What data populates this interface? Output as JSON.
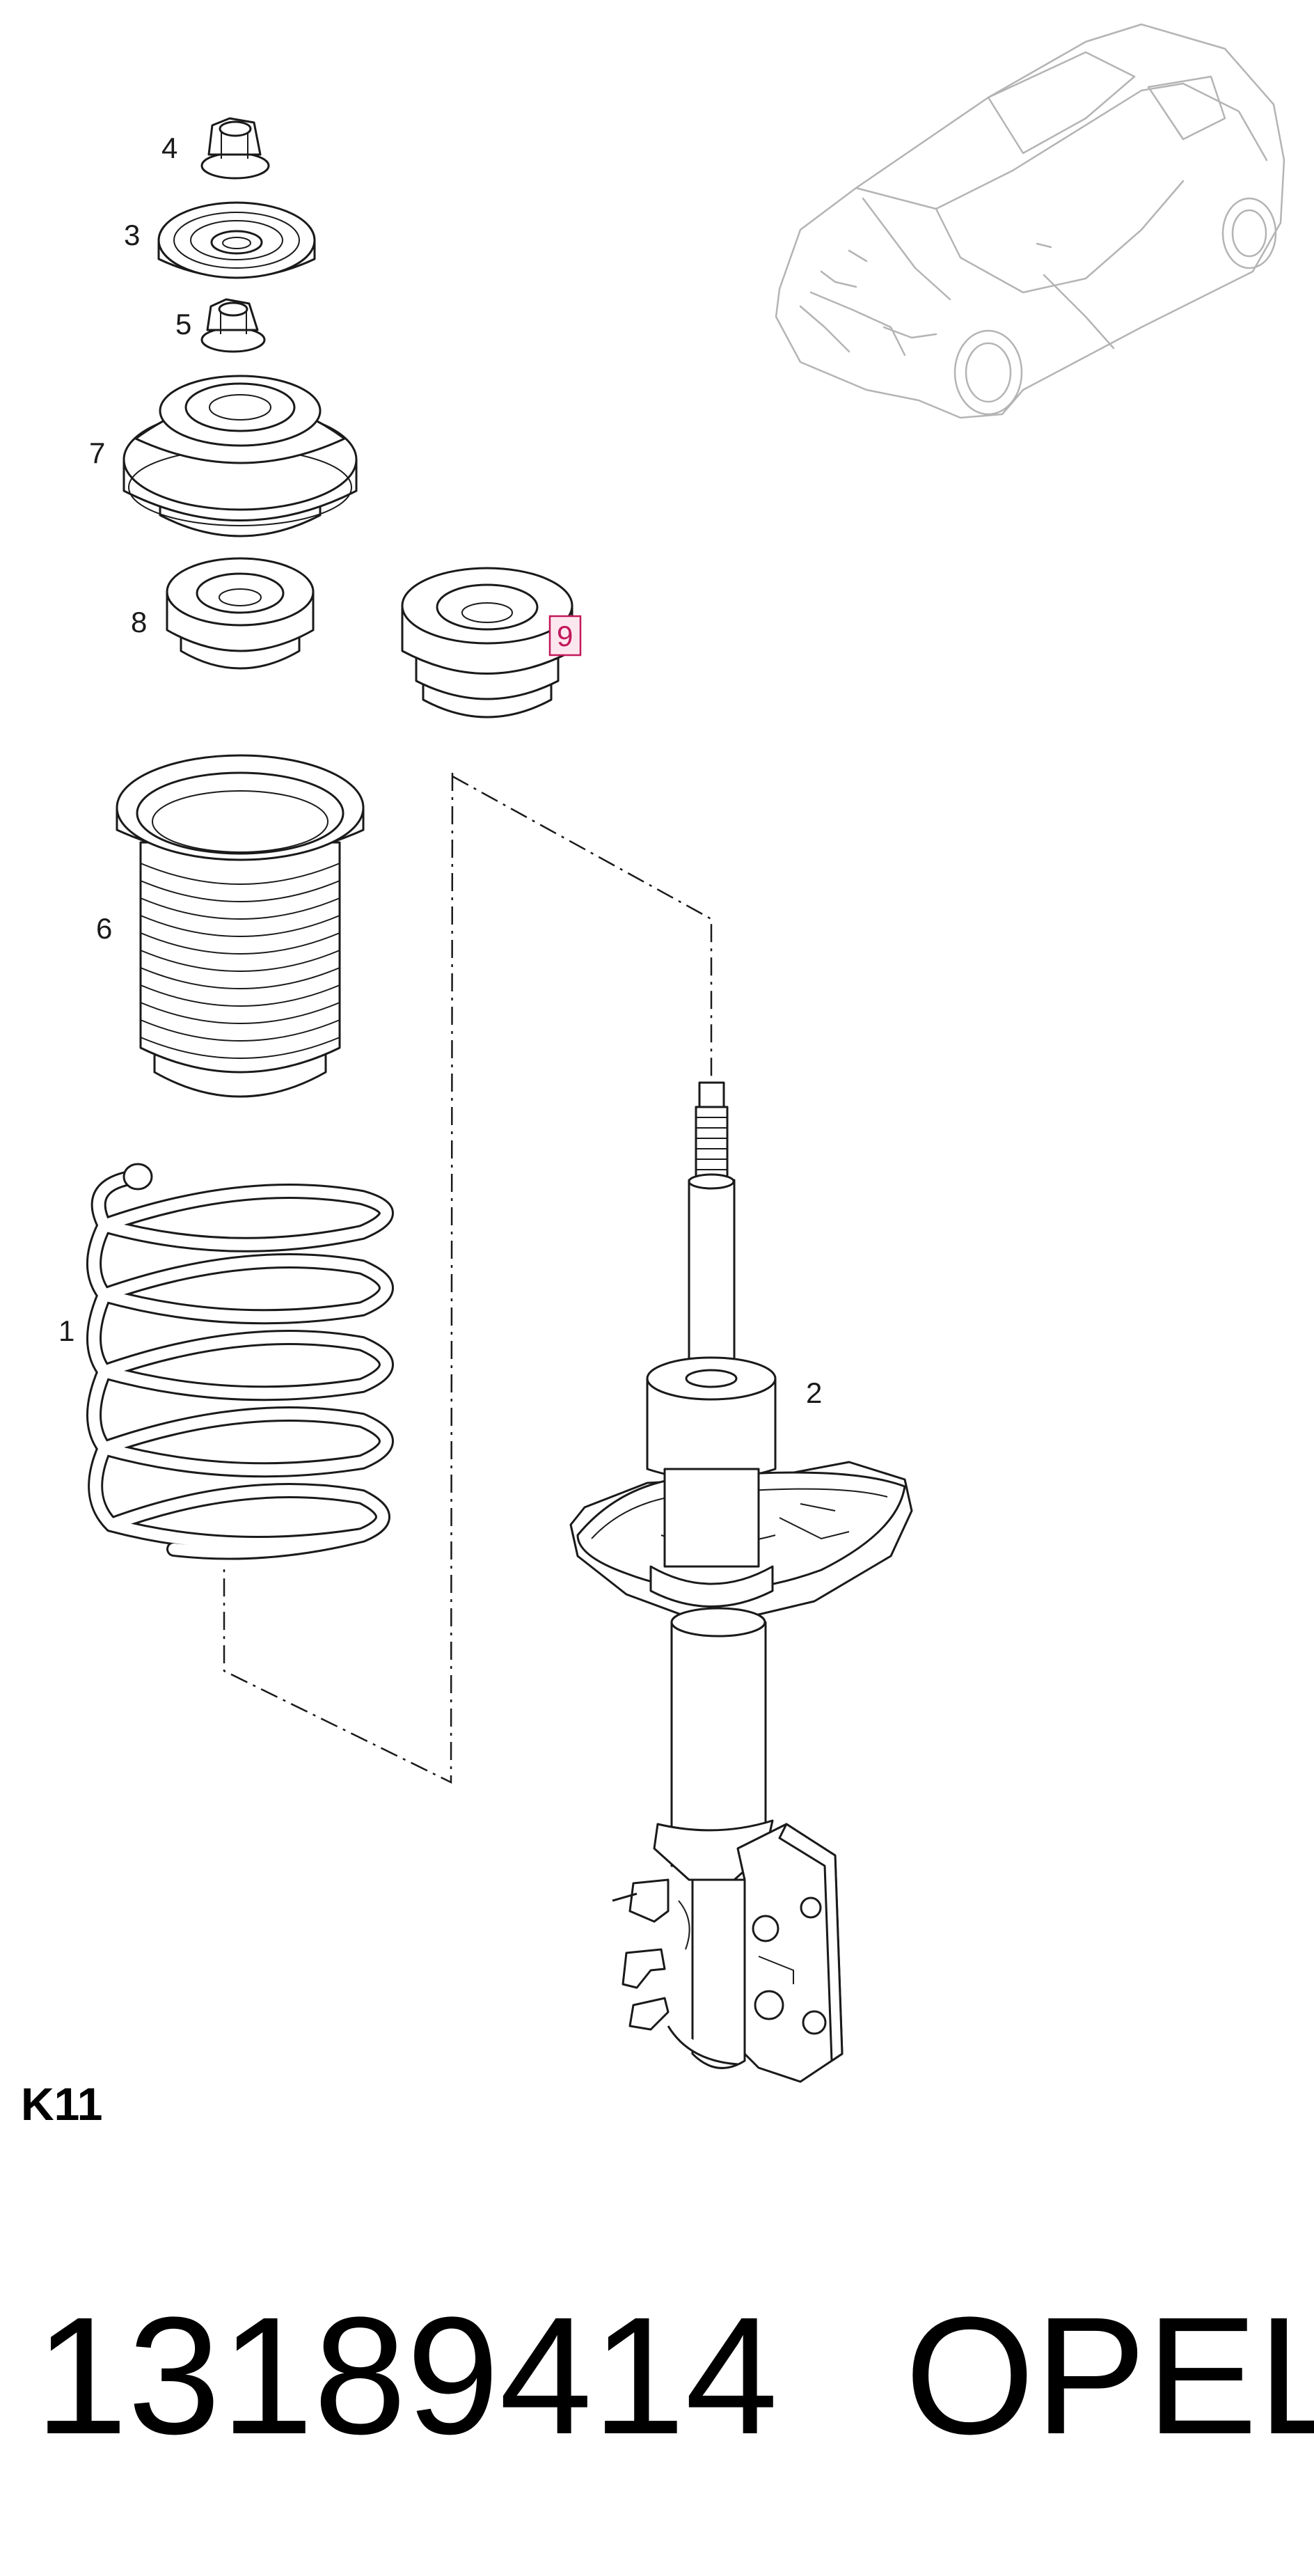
{
  "diagram": {
    "callouts": [
      "4",
      "3",
      "5",
      "7",
      "8",
      "9",
      "6",
      "1",
      "2"
    ],
    "highlighted_callout": "9",
    "highlight_color": "#c2185b",
    "section_code": "K11",
    "part_number": "13189414",
    "brand": "OPEL"
  },
  "icons": {
    "vehicle": "hatchback-car-outline-icon"
  }
}
